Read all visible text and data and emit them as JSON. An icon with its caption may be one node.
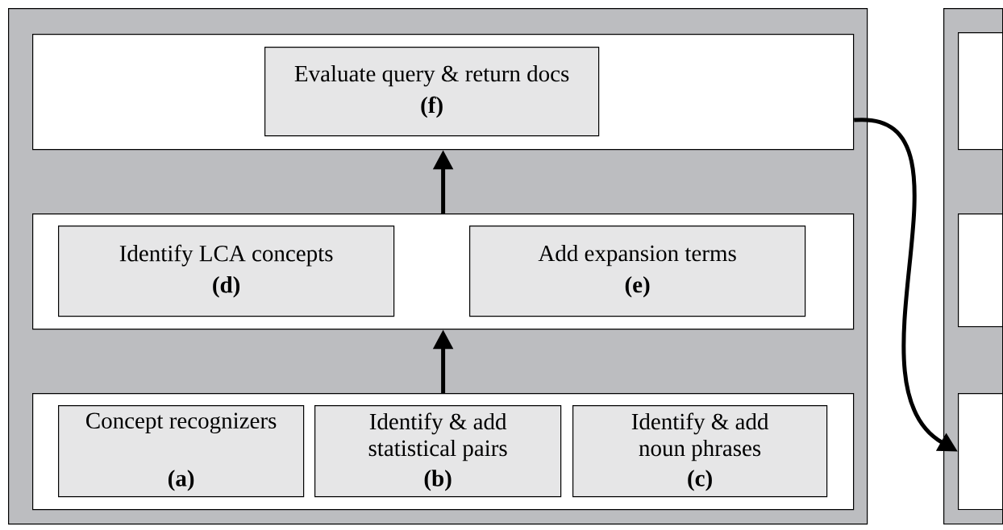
{
  "diagram": {
    "nodes": [
      {
        "text": [],
        "shape": "box"
      },
      {
        "text": [],
        "shape": "box",
        "in": 0
      },
      {
        "text": [
          "Evaluate query & return docs",
          "(f)"
        ],
        "in": 1
      },
      {
        "text": [],
        "shape": "box",
        "in": 0
      },
      {
        "text": [
          "Identify LCA concepts",
          "(d)"
        ],
        "in": 3
      },
      {
        "text": [
          "Add expansion terms",
          "(e)"
        ],
        "in": 3
      },
      {
        "text": [],
        "shape": "box",
        "in": 0
      },
      {
        "text": [
          "Concept recognizers",
          "(a)"
        ],
        "in": 6
      },
      {
        "text": [
          "Identify & add statistical pairs",
          "(b)"
        ],
        "in": 6
      },
      {
        "text": [
          "Identify & add noun phrases",
          "(c)"
        ],
        "in": 6
      },
      {
        "text": [],
        "shape": "box"
      },
      {
        "text": [],
        "shape": "box",
        "in": 10
      },
      {
        "text": [],
        "shape": "box",
        "in": 10
      },
      {
        "text": [],
        "shape": "box",
        "in": 10
      }
    ],
    "edges": [
      {
        "from": 6,
        "to": 3,
        "arrow": "to"
      },
      {
        "from": 3,
        "to": 1,
        "arrow": "to"
      },
      {
        "from": 1,
        "to": 13,
        "arrow": "to"
      }
    ]
  }
}
